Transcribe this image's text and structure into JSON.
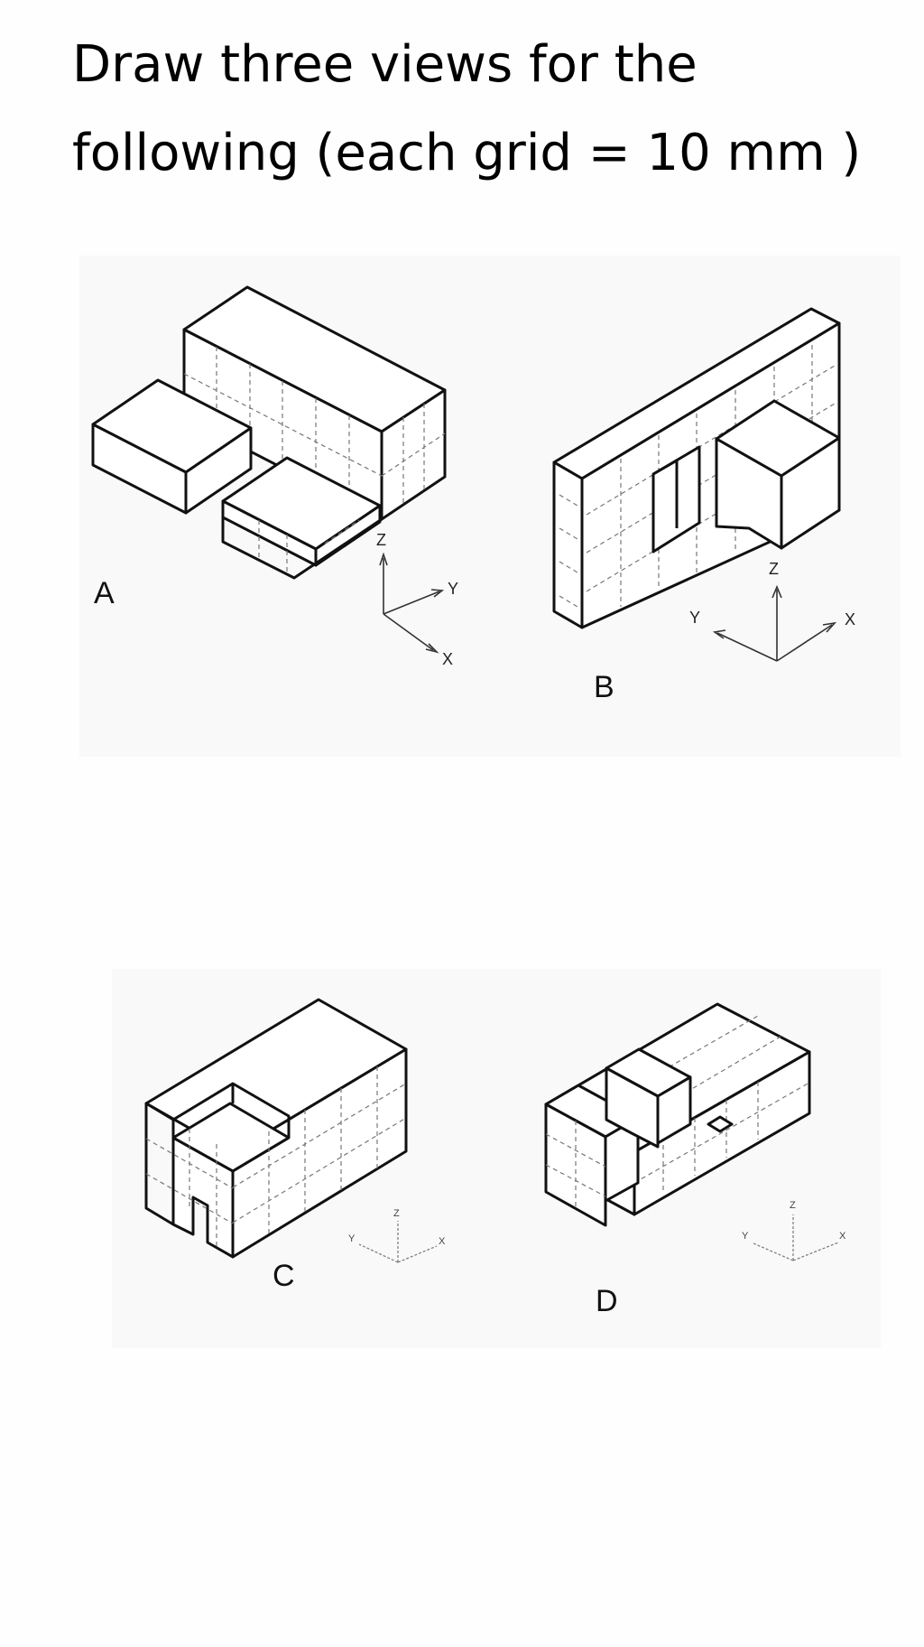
{
  "title": {
    "line1": "Draw three views for the",
    "line2": "following  (each  grid = 10 mm )"
  },
  "figures": [
    {
      "label": "A",
      "axes": [
        "Z",
        "Y",
        "X"
      ]
    },
    {
      "label": "B",
      "axes": [
        "Z",
        "Y",
        "X"
      ]
    },
    {
      "label": "C",
      "axes": [
        "Z",
        "Y",
        "X"
      ]
    },
    {
      "label": "D",
      "axes": [
        "Z",
        "Y",
        "X"
      ]
    }
  ]
}
